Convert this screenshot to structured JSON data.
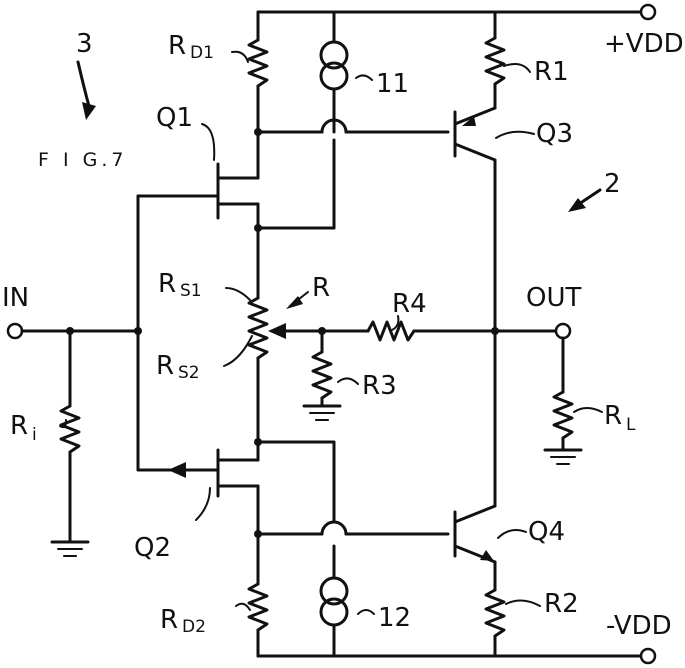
{
  "figure": {
    "caption": "F I G.7",
    "ref_main": "3",
    "ref_sub": "2"
  },
  "terminals": {
    "in": "IN",
    "out": "OUT",
    "vdd_pos": "+VDD",
    "vdd_neg": "-VDD"
  },
  "transistors": {
    "q1": "Q1",
    "q2": "Q2",
    "q3": "Q3",
    "q4": "Q4"
  },
  "resistors": {
    "rd1_main": "R",
    "rd1_sub": "D1",
    "rd2_main": "R",
    "rd2_sub": "D2",
    "r1": "R1",
    "r2": "R2",
    "r3": "R3",
    "r4": "R4",
    "ri_main": "R",
    "ri_sub": "i",
    "rl_main": "R",
    "rl_sub": "L",
    "rs1_main": "R",
    "rs1_sub": "S1",
    "rs2_main": "R",
    "rs2_sub": "S2",
    "r_pot": "R"
  },
  "current_sources": {
    "cs11": "11",
    "cs12": "12"
  }
}
